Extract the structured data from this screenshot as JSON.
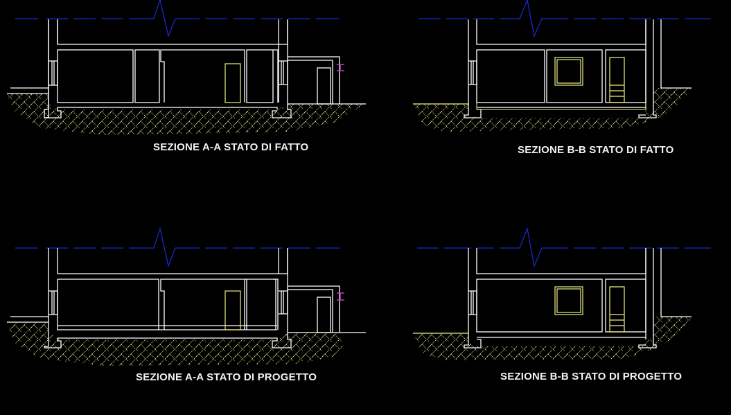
{
  "colors": {
    "background": "#000000",
    "structure": "#ffffff",
    "break_line": "#1020c0",
    "ground_hatch": "#f0f0a0",
    "fixtures": "#f0f080",
    "steel_beam": "#c040c0"
  },
  "sections": [
    {
      "id": "A-A-fatto",
      "title": "SEZIONE A-A STATO DI FATTO"
    },
    {
      "id": "B-B-fatto",
      "title": "SEZIONE B-B STATO DI FATTO"
    },
    {
      "id": "A-A-progetto",
      "title": "SEZIONE A-A STATO DI PROGETTO"
    },
    {
      "id": "B-B-progetto",
      "title": "SEZIONE B-B STATO DI PROGETTO"
    }
  ]
}
